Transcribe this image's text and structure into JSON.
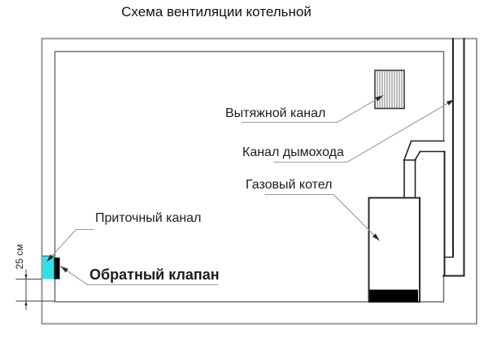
{
  "title": "Схема вентиляции котельной",
  "diagram": {
    "labels": {
      "exhaust_channel": "Вытяжной канал",
      "chimney_channel": "Канал дымохода",
      "gas_boiler": "Газовый котел",
      "supply_channel": "Приточный канал",
      "check_valve": "Обратный клапан",
      "dimension_25cm": "25 см"
    },
    "colors": {
      "supply_vent": "#2fe0e8",
      "check_valve": "#000000",
      "boiler_base": "#000000",
      "outer_wall": "#999999",
      "inner_wall": "#6e6e6e",
      "duct_line": "#222222",
      "leader_line": "#9a9a9a"
    }
  }
}
